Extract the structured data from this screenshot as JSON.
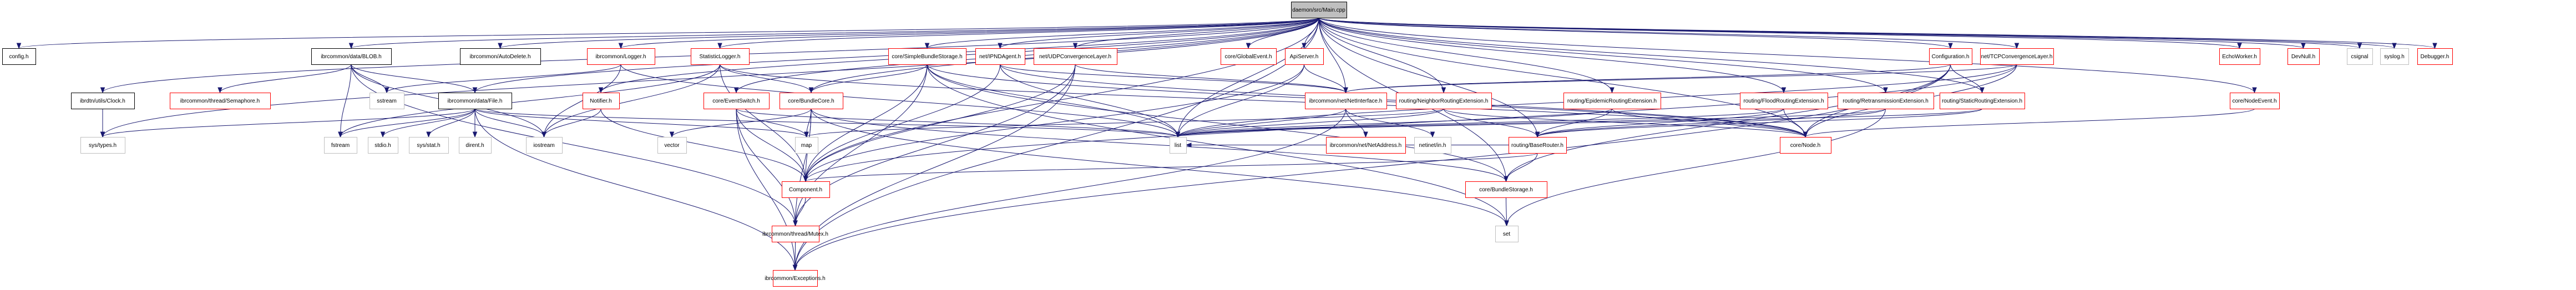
{
  "title": "daemon/src/Main.cpp include dependency graph",
  "legend": {
    "root": "daemon/src/Main.cpp",
    "colors": {
      "edge": "#191970",
      "root_fill": "#bfbfbf",
      "documented_border": "#000000",
      "incomplete_border": "#ff0000",
      "external_border": "#bfbfbf"
    }
  },
  "nodes": [
    {
      "id": "main",
      "label": "daemon/src/Main.cpp",
      "kind": "root"
    },
    {
      "id": "config",
      "label": "config.h",
      "kind": "doc"
    },
    {
      "id": "blob",
      "label": "ibrcommon/data/BLOB.h",
      "kind": "doc"
    },
    {
      "id": "autodelete",
      "label": "ibrcommon/AutoDelete.h",
      "kind": "doc"
    },
    {
      "id": "logger",
      "label": "ibrcommon/Logger.h",
      "kind": "red"
    },
    {
      "id": "statlogger",
      "label": "StatisticLogger.h",
      "kind": "red"
    },
    {
      "id": "simplestorage",
      "label": "core/SimpleBundleStorage.h",
      "kind": "red"
    },
    {
      "id": "ipnd",
      "label": "net/IPNDAgent.h",
      "kind": "red"
    },
    {
      "id": "udpcl",
      "label": "net/UDPConvergenceLayer.h",
      "kind": "red"
    },
    {
      "id": "globalevent",
      "label": "core/GlobalEvent.h",
      "kind": "red"
    },
    {
      "id": "apiserver",
      "label": "ApiServer.h",
      "kind": "red"
    },
    {
      "id": "configuration",
      "label": "Configuration.h",
      "kind": "red"
    },
    {
      "id": "tcpcl",
      "label": "net/TCPConvergenceLayer.h",
      "kind": "red"
    },
    {
      "id": "echoworker",
      "label": "EchoWorker.h",
      "kind": "red"
    },
    {
      "id": "devnull",
      "label": "DevNull.h",
      "kind": "red"
    },
    {
      "id": "csignal",
      "label": "csignal",
      "kind": "ext"
    },
    {
      "id": "syslog",
      "label": "syslog.h",
      "kind": "ext"
    },
    {
      "id": "debugger",
      "label": "Debugger.h",
      "kind": "red"
    },
    {
      "id": "clock",
      "label": "ibrdtn/utils/Clock.h",
      "kind": "doc"
    },
    {
      "id": "semaphore",
      "label": "ibrcommon/thread/Semaphore.h",
      "kind": "red"
    },
    {
      "id": "file",
      "label": "ibrcommon/data/File.h",
      "kind": "doc"
    },
    {
      "id": "notifier",
      "label": "Notifier.h",
      "kind": "red"
    },
    {
      "id": "eventswitch",
      "label": "core/EventSwitch.h",
      "kind": "red"
    },
    {
      "id": "bundlecore",
      "label": "core/BundleCore.h",
      "kind": "red"
    },
    {
      "id": "netinterface",
      "label": "ibrcommon/net/NetInterface.h",
      "kind": "red"
    },
    {
      "id": "neighborrouting",
      "label": "routing/NeighborRoutingExtension.h",
      "kind": "red"
    },
    {
      "id": "epidemicrouting",
      "label": "routing/EpidemicRoutingExtension.h",
      "kind": "red"
    },
    {
      "id": "floodrouting",
      "label": "routing/FloodRoutingExtension.h",
      "kind": "red"
    },
    {
      "id": "retransmission",
      "label": "routing/RetransmissionExtension.h",
      "kind": "red"
    },
    {
      "id": "staticrouting",
      "label": "routing/StaticRoutingExtension.h",
      "kind": "red"
    },
    {
      "id": "nodeevent",
      "label": "core/NodeEvent.h",
      "kind": "red"
    },
    {
      "id": "systypes",
      "label": "sys/types.h",
      "kind": "ext"
    },
    {
      "id": "fstream",
      "label": "fstream",
      "kind": "ext"
    },
    {
      "id": "stdio",
      "label": "stdio.h",
      "kind": "ext"
    },
    {
      "id": "sysstat",
      "label": "sys/stat.h",
      "kind": "ext"
    },
    {
      "id": "dirent",
      "label": "dirent.h",
      "kind": "ext"
    },
    {
      "id": "iostream",
      "label": "iostream",
      "kind": "ext"
    },
    {
      "id": "vector",
      "label": "vector",
      "kind": "ext"
    },
    {
      "id": "map",
      "label": "map",
      "kind": "ext"
    },
    {
      "id": "list",
      "label": "list",
      "kind": "ext"
    },
    {
      "id": "sstream",
      "label": "sstream",
      "kind": "ext"
    },
    {
      "id": "netaddress",
      "label": "ibrcommon/net/NetAddress.h",
      "kind": "red"
    },
    {
      "id": "netinetin",
      "label": "netinet/in.h",
      "kind": "ext"
    },
    {
      "id": "baserouter",
      "label": "routing/BaseRouter.h",
      "kind": "red"
    },
    {
      "id": "node",
      "label": "core/Node.h",
      "kind": "red"
    },
    {
      "id": "component",
      "label": "Component.h",
      "kind": "red"
    },
    {
      "id": "bundlestorage",
      "label": "core/BundleStorage.h",
      "kind": "red"
    },
    {
      "id": "mutex",
      "label": "ibrcommon/thread/Mutex.h",
      "kind": "red"
    },
    {
      "id": "set",
      "label": "set",
      "kind": "ext"
    },
    {
      "id": "exceptions",
      "label": "ibrcommon/Exceptions.h",
      "kind": "red"
    }
  ],
  "edges": [
    [
      "main",
      "config"
    ],
    [
      "main",
      "blob"
    ],
    [
      "main",
      "autodelete"
    ],
    [
      "main",
      "logger"
    ],
    [
      "main",
      "statlogger"
    ],
    [
      "main",
      "simplestorage"
    ],
    [
      "main",
      "ipnd"
    ],
    [
      "main",
      "udpcl"
    ],
    [
      "main",
      "globalevent"
    ],
    [
      "main",
      "apiserver"
    ],
    [
      "main",
      "configuration"
    ],
    [
      "main",
      "tcpcl"
    ],
    [
      "main",
      "echoworker"
    ],
    [
      "main",
      "devnull"
    ],
    [
      "main",
      "csignal"
    ],
    [
      "main",
      "syslog"
    ],
    [
      "main",
      "debugger"
    ],
    [
      "main",
      "clock"
    ],
    [
      "main",
      "systypes"
    ],
    [
      "main",
      "file"
    ],
    [
      "main",
      "notifier"
    ],
    [
      "main",
      "eventswitch"
    ],
    [
      "main",
      "bundlecore"
    ],
    [
      "main",
      "netinterface"
    ],
    [
      "main",
      "neighborrouting"
    ],
    [
      "main",
      "epidemicrouting"
    ],
    [
      "main",
      "floodrouting"
    ],
    [
      "main",
      "retransmission"
    ],
    [
      "main",
      "staticrouting"
    ],
    [
      "main",
      "nodeevent"
    ],
    [
      "main",
      "list"
    ],
    [
      "main",
      "baserouter"
    ],
    [
      "main",
      "node"
    ],
    [
      "main",
      "component"
    ],
    [
      "main",
      "bundlestorage"
    ],
    [
      "main",
      "exceptions"
    ],
    [
      "blob",
      "semaphore"
    ],
    [
      "blob",
      "sstream"
    ],
    [
      "blob",
      "file"
    ],
    [
      "blob",
      "fstream"
    ],
    [
      "blob",
      "iostream"
    ],
    [
      "blob",
      "mutex"
    ],
    [
      "clock",
      "systypes"
    ],
    [
      "file",
      "systypes"
    ],
    [
      "file",
      "fstream"
    ],
    [
      "file",
      "stdio"
    ],
    [
      "file",
      "sysstat"
    ],
    [
      "file",
      "dirent"
    ],
    [
      "file",
      "iostream"
    ],
    [
      "file",
      "map"
    ],
    [
      "file",
      "list"
    ],
    [
      "file",
      "exceptions"
    ],
    [
      "logger",
      "iostream"
    ],
    [
      "logger",
      "sstream"
    ],
    [
      "logger",
      "list"
    ],
    [
      "statlogger",
      "fstream"
    ],
    [
      "statlogger",
      "iostream"
    ],
    [
      "statlogger",
      "component"
    ],
    [
      "statlogger",
      "bundlecore"
    ],
    [
      "statlogger",
      "node"
    ],
    [
      "notifier",
      "iostream"
    ],
    [
      "notifier",
      "component"
    ],
    [
      "eventswitch",
      "map"
    ],
    [
      "eventswitch",
      "list"
    ],
    [
      "eventswitch",
      "component"
    ],
    [
      "eventswitch",
      "mutex"
    ],
    [
      "eventswitch",
      "exceptions"
    ],
    [
      "bundlecore",
      "vector"
    ],
    [
      "bundlecore",
      "map"
    ],
    [
      "bundlecore",
      "component"
    ],
    [
      "bundlecore",
      "bundlestorage"
    ],
    [
      "bundlecore",
      "set"
    ],
    [
      "bundlecore",
      "mutex"
    ],
    [
      "simplestorage",
      "bundlecore"
    ],
    [
      "simplestorage",
      "component"
    ],
    [
      "simplestorage",
      "list"
    ],
    [
      "simplestorage",
      "mutex"
    ],
    [
      "simplestorage",
      "bundlestorage"
    ],
    [
      "simplestorage",
      "set"
    ],
    [
      "simplestorage",
      "node"
    ],
    [
      "ipnd",
      "netinterface"
    ],
    [
      "ipnd",
      "component"
    ],
    [
      "ipnd",
      "list"
    ],
    [
      "ipnd",
      "node"
    ],
    [
      "udpcl",
      "netinterface"
    ],
    [
      "udpcl",
      "component"
    ],
    [
      "udpcl",
      "exceptions"
    ],
    [
      "udpcl",
      "mutex"
    ],
    [
      "apiserver",
      "netinterface"
    ],
    [
      "apiserver",
      "list"
    ],
    [
      "apiserver",
      "component"
    ],
    [
      "netinterface",
      "netaddress"
    ],
    [
      "netinterface",
      "netinetin"
    ],
    [
      "netinterface",
      "list"
    ],
    [
      "netinterface",
      "exceptions"
    ],
    [
      "neighborrouting",
      "baserouter"
    ],
    [
      "neighborrouting",
      "list"
    ],
    [
      "neighborrouting",
      "node"
    ],
    [
      "neighborrouting",
      "map"
    ],
    [
      "epidemicrouting",
      "baserouter"
    ],
    [
      "epidemicrouting",
      "list"
    ],
    [
      "epidemicrouting",
      "node"
    ],
    [
      "floodrouting",
      "baserouter"
    ],
    [
      "floodrouting",
      "node"
    ],
    [
      "floodrouting",
      "list"
    ],
    [
      "retransmission",
      "baserouter"
    ],
    [
      "retransmission",
      "set"
    ],
    [
      "retransmission",
      "list"
    ],
    [
      "staticrouting",
      "baserouter"
    ],
    [
      "staticrouting",
      "list"
    ],
    [
      "baserouter",
      "bundlestorage"
    ],
    [
      "baserouter",
      "component"
    ],
    [
      "baserouter",
      "list"
    ],
    [
      "configuration",
      "netinterface"
    ],
    [
      "configuration",
      "node"
    ],
    [
      "configuration",
      "staticrouting"
    ],
    [
      "configuration",
      "exceptions"
    ],
    [
      "configuration",
      "bundlestorage"
    ],
    [
      "tcpcl",
      "netinterface"
    ],
    [
      "tcpcl",
      "node"
    ],
    [
      "tcpcl",
      "component"
    ],
    [
      "tcpcl",
      "list"
    ],
    [
      "nodeevent",
      "node"
    ],
    [
      "bundlestorage",
      "set"
    ],
    [
      "component",
      "mutex"
    ],
    [
      "mutex",
      "exceptions"
    ]
  ]
}
